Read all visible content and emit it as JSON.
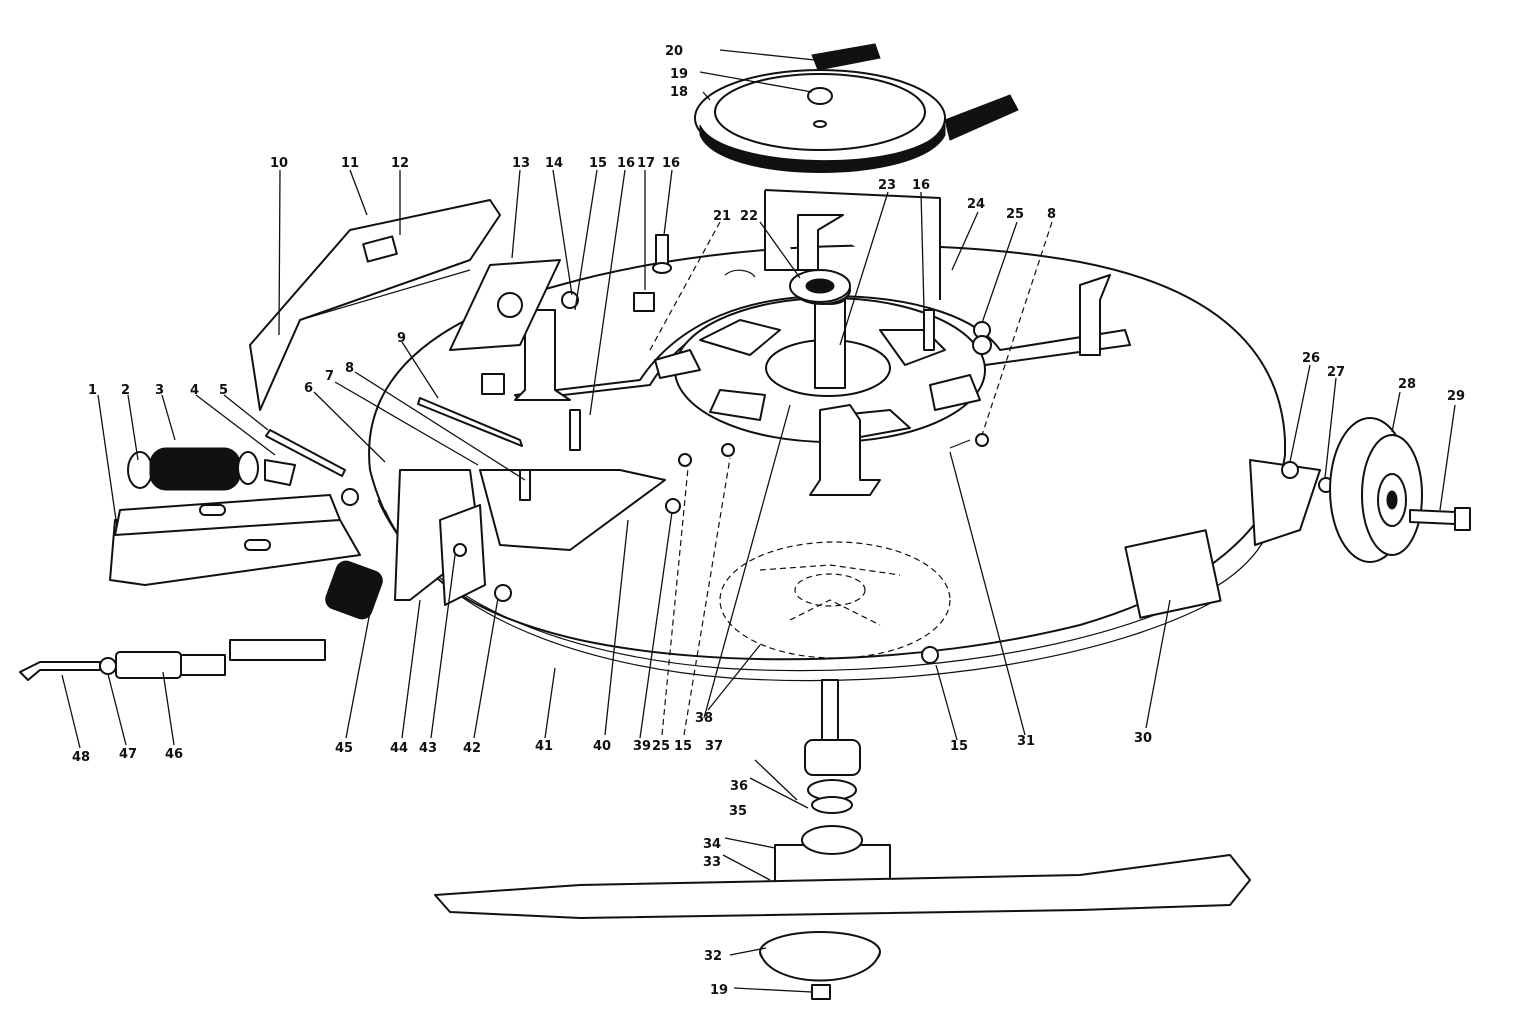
{
  "labels": [
    "1",
    "2",
    "3",
    "4",
    "5",
    "6",
    "7",
    "8",
    "8",
    "9",
    "10",
    "11",
    "12",
    "13",
    "14",
    "15",
    "15",
    "15",
    "15",
    "16",
    "16",
    "16",
    "17",
    "18",
    "19",
    "19",
    "20",
    "21",
    "22",
    "23",
    "24",
    "25",
    "25",
    "26",
    "27",
    "28",
    "29",
    "30",
    "31",
    "32",
    "33",
    "34",
    "35",
    "36",
    "37",
    "38",
    "39",
    "40",
    "41",
    "42",
    "43",
    "44",
    "45",
    "46",
    "47",
    "48"
  ]
}
